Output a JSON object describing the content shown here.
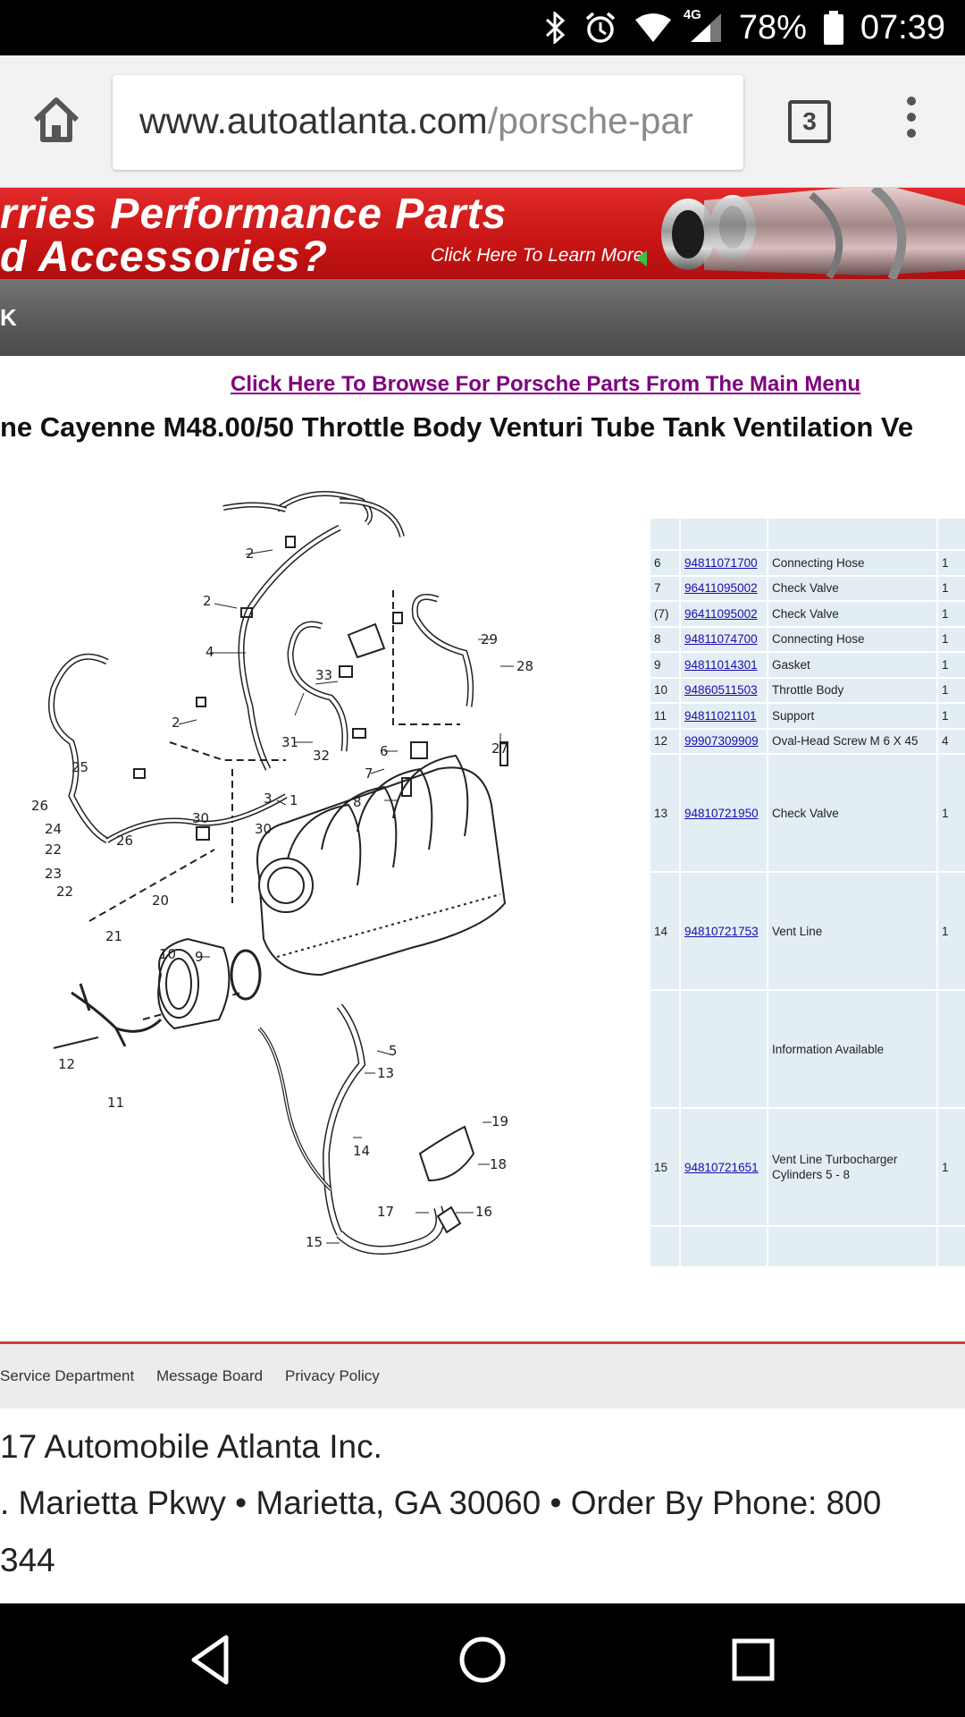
{
  "status_bar": {
    "network": "4G",
    "battery": "78%",
    "time": "07:39",
    "icons": [
      "bluetooth-icon",
      "alarm-icon",
      "wifi-icon",
      "cellular-icon",
      "battery-icon"
    ]
  },
  "browser": {
    "url_host": "www.autoatlanta.com",
    "url_path": "/porsche-par",
    "tab_count": "3",
    "icons": [
      "home-icon",
      "tabs-icon",
      "overflow-menu-icon"
    ]
  },
  "banner": {
    "line1": "rries Performance Parts",
    "line2": "d Accessories?",
    "cta": "Click Here To Learn More"
  },
  "nav": {
    "label": "K"
  },
  "browse_link": "Click Here To Browse For Porsche Parts From The Main Menu",
  "page_title": "ne Cayenne M48.00/50 Throttle Body Venturi Tube Tank Ventilation Ve",
  "diagram_labels": [
    "2",
    "2",
    "2",
    "4",
    "33",
    "29",
    "28",
    "25",
    "26",
    "24",
    "22",
    "23",
    "22",
    "21",
    "20",
    "30",
    "3",
    "30",
    "31",
    "32",
    "1",
    "6",
    "7",
    "8",
    "27",
    "10",
    "9",
    "12",
    "11",
    "5",
    "13",
    "14",
    "19",
    "18",
    "17",
    "16",
    "15"
  ],
  "parts_table": {
    "rows": [
      {
        "num": "6",
        "part": "94811071700",
        "desc": "Connecting Hose",
        "qty": "1"
      },
      {
        "num": "7",
        "part": "96411095002",
        "desc": "Check Valve",
        "qty": "1"
      },
      {
        "num": "(7)",
        "part": "96411095002",
        "desc": "Check Valve",
        "qty": "1"
      },
      {
        "num": "8",
        "part": "94811074700",
        "desc": "Connecting Hose",
        "qty": "1"
      },
      {
        "num": "9",
        "part": "94811014301",
        "desc": "Gasket",
        "qty": "1"
      },
      {
        "num": "10",
        "part": "94860511503",
        "desc": "Throttle Body",
        "qty": "1"
      },
      {
        "num": "11",
        "part": "94811021101",
        "desc": "Support",
        "qty": "1"
      },
      {
        "num": "12",
        "part": "99907309909",
        "desc": "Oval-Head Screw M 6 X 45",
        "qty": "4"
      },
      {
        "num": "13",
        "part": "94810721950",
        "desc": "Check Valve",
        "qty": "1"
      },
      {
        "num": "14",
        "part": "94810721753",
        "desc": "Vent Line",
        "qty": "1"
      },
      {
        "num": "",
        "part": "",
        "desc": "Information Available",
        "qty": ""
      },
      {
        "num": "15",
        "part": "94810721651",
        "desc": "Vent Line Turbocharger Cylinders 5 - 8",
        "qty": "1"
      }
    ]
  },
  "footer": {
    "links": [
      "Service Department",
      "Message Board",
      "Privacy Policy"
    ],
    "copyright": "17 Automobile Atlanta Inc.",
    "address": ". Marietta Pkwy • Marietta, GA 30060 • Order By Phone: 800",
    "phone_tail": "344"
  },
  "system_nav": {
    "icons": [
      "back-icon",
      "home-circle-icon",
      "recents-icon"
    ]
  },
  "colors": {
    "banner_red": "#c81414",
    "nav_gray": "#5b5b5b",
    "link_purple": "#800080",
    "part_link_blue": "#1a0dab",
    "table_cell": "#e3eef4",
    "footer_rule": "#d23b3b"
  }
}
